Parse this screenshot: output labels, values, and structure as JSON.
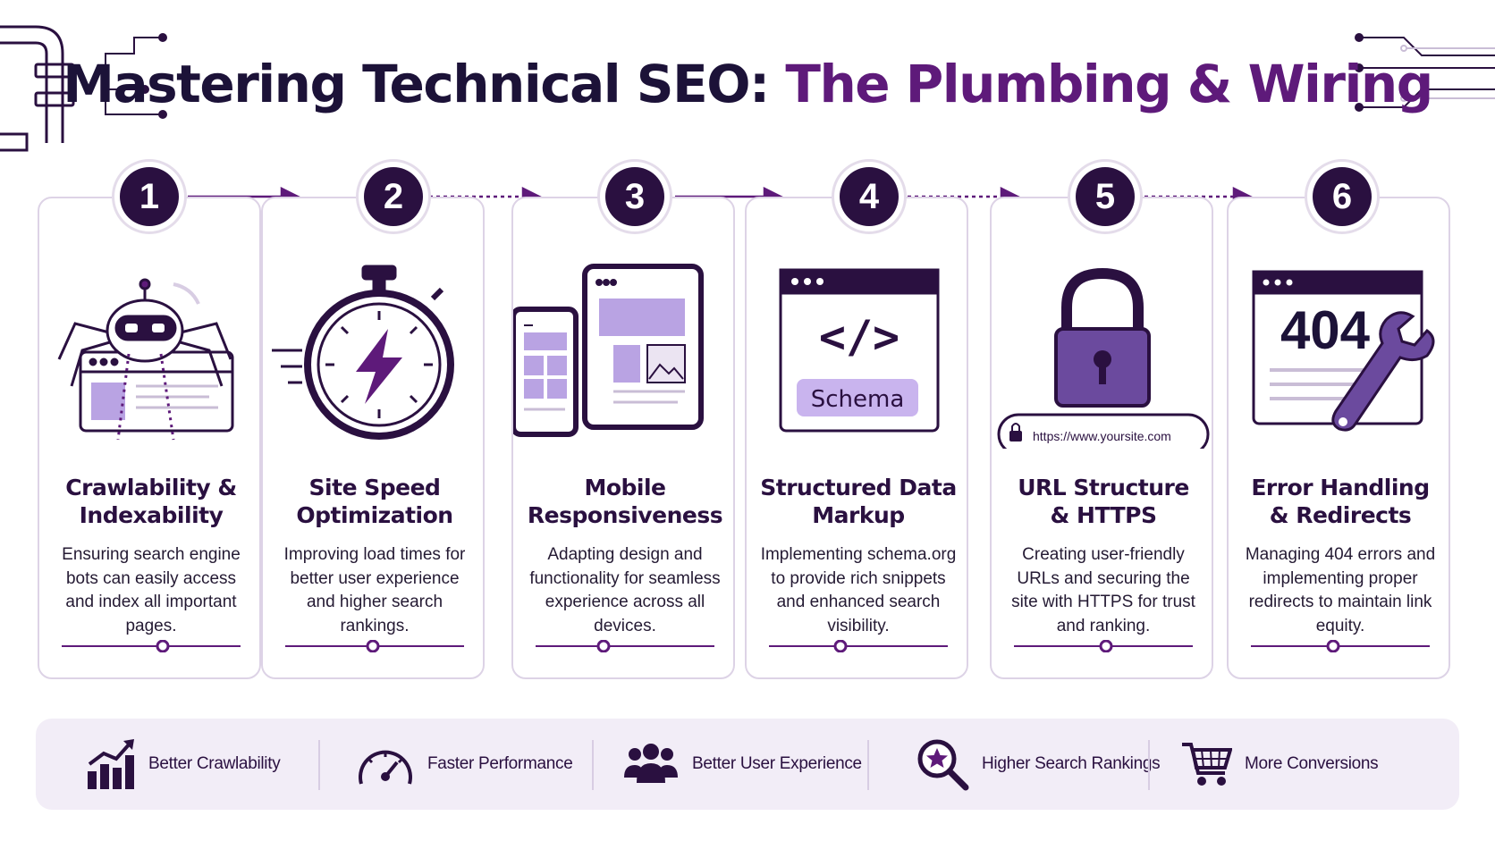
{
  "title": {
    "part1": "Mastering Technical SEO:",
    "part2": "The Plumbing & Wiring"
  },
  "colors": {
    "dark": "#2a1040",
    "accent": "#5e1a7a",
    "lavender": "#b9a3e3",
    "panel": "#f2edf7"
  },
  "steps": [
    {
      "number": "1",
      "title_line1": "Crawlability &",
      "title_line2": "Indexability",
      "desc": "Ensuring search engine bots can easily access and index all important pages.",
      "icon": "spider-bot-icon"
    },
    {
      "number": "2",
      "title_line1": "Site Speed",
      "title_line2": "Optimization",
      "desc": "Improving load times for better user experience and higher search rankings.",
      "icon": "stopwatch-icon"
    },
    {
      "number": "3",
      "title_line1": "Mobile",
      "title_line2": "Responsiveness",
      "desc": "Adapting design and functionality for seamless experience across all devices.",
      "icon": "devices-icon"
    },
    {
      "number": "4",
      "title_line1": "Structured Data",
      "title_line2": "Markup",
      "desc": "Implementing schema.org to provide rich snippets and enhanced search visibility.",
      "icon": "code-window-icon",
      "icon_label": "Schema",
      "icon_code": "</>"
    },
    {
      "number": "5",
      "title_line1": "URL Structure",
      "title_line2": "& HTTPS",
      "desc": "Creating user-friendly URLs and securing the site with HTTPS for trust and ranking.",
      "icon": "padlock-icon",
      "url_text": "https://www.yoursite.com"
    },
    {
      "number": "6",
      "title_line1": "Error Handling",
      "title_line2": "& Redirects",
      "desc": "Managing 404 errors and implementing proper redirects to maintain link equity.",
      "icon": "error-wrench-icon",
      "icon_label": "404"
    }
  ],
  "benefits": [
    {
      "label": "Better Crawlability",
      "icon": "growth-chart-icon"
    },
    {
      "label": "Faster Performance",
      "icon": "speedometer-icon"
    },
    {
      "label": "Better User Experience",
      "icon": "users-icon"
    },
    {
      "label": "Higher Search Rankings",
      "icon": "search-star-icon"
    },
    {
      "label": "More Conversions",
      "icon": "shopping-cart-icon"
    }
  ]
}
